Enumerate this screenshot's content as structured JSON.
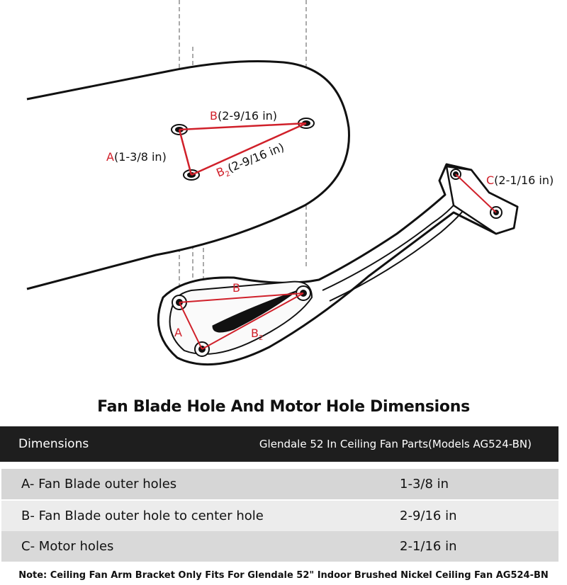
{
  "diagram": {
    "labels": {
      "a_top": "A",
      "a_top_value": "(1-3/8 in)",
      "b_top": "B",
      "b_top_value": "(2-9/16 in)",
      "b2_top": "B",
      "b2_sub": "2",
      "b2_top_value": "(2-9/16 in)",
      "c_label": "C",
      "c_value": "(2-1/16 in)",
      "a_bottom": "A",
      "b_bottom": "B",
      "b2_bottom": "B",
      "b2_bottom_sub": "2"
    },
    "accent_color": "#d0202a"
  },
  "title": "Fan Blade Hole And Motor Hole Dimensions",
  "table": {
    "headers": [
      "Dimensions",
      "Glendale 52 In Ceiling Fan Parts(Models AG524-BN)"
    ],
    "rows": [
      {
        "label": "A-  Fan Blade outer holes",
        "value": "1-3/8 in"
      },
      {
        "label": "B-  Fan Blade outer hole to center hole",
        "value": "2-9/16 in"
      },
      {
        "label": "C-  Motor holes",
        "value": "2-1/16 in"
      }
    ]
  },
  "note": "Note: Ceiling Fan Arm Bracket Only Fits For Glendale 52\" Indoor Brushed Nickel Ceiling Fan AG524-BN"
}
